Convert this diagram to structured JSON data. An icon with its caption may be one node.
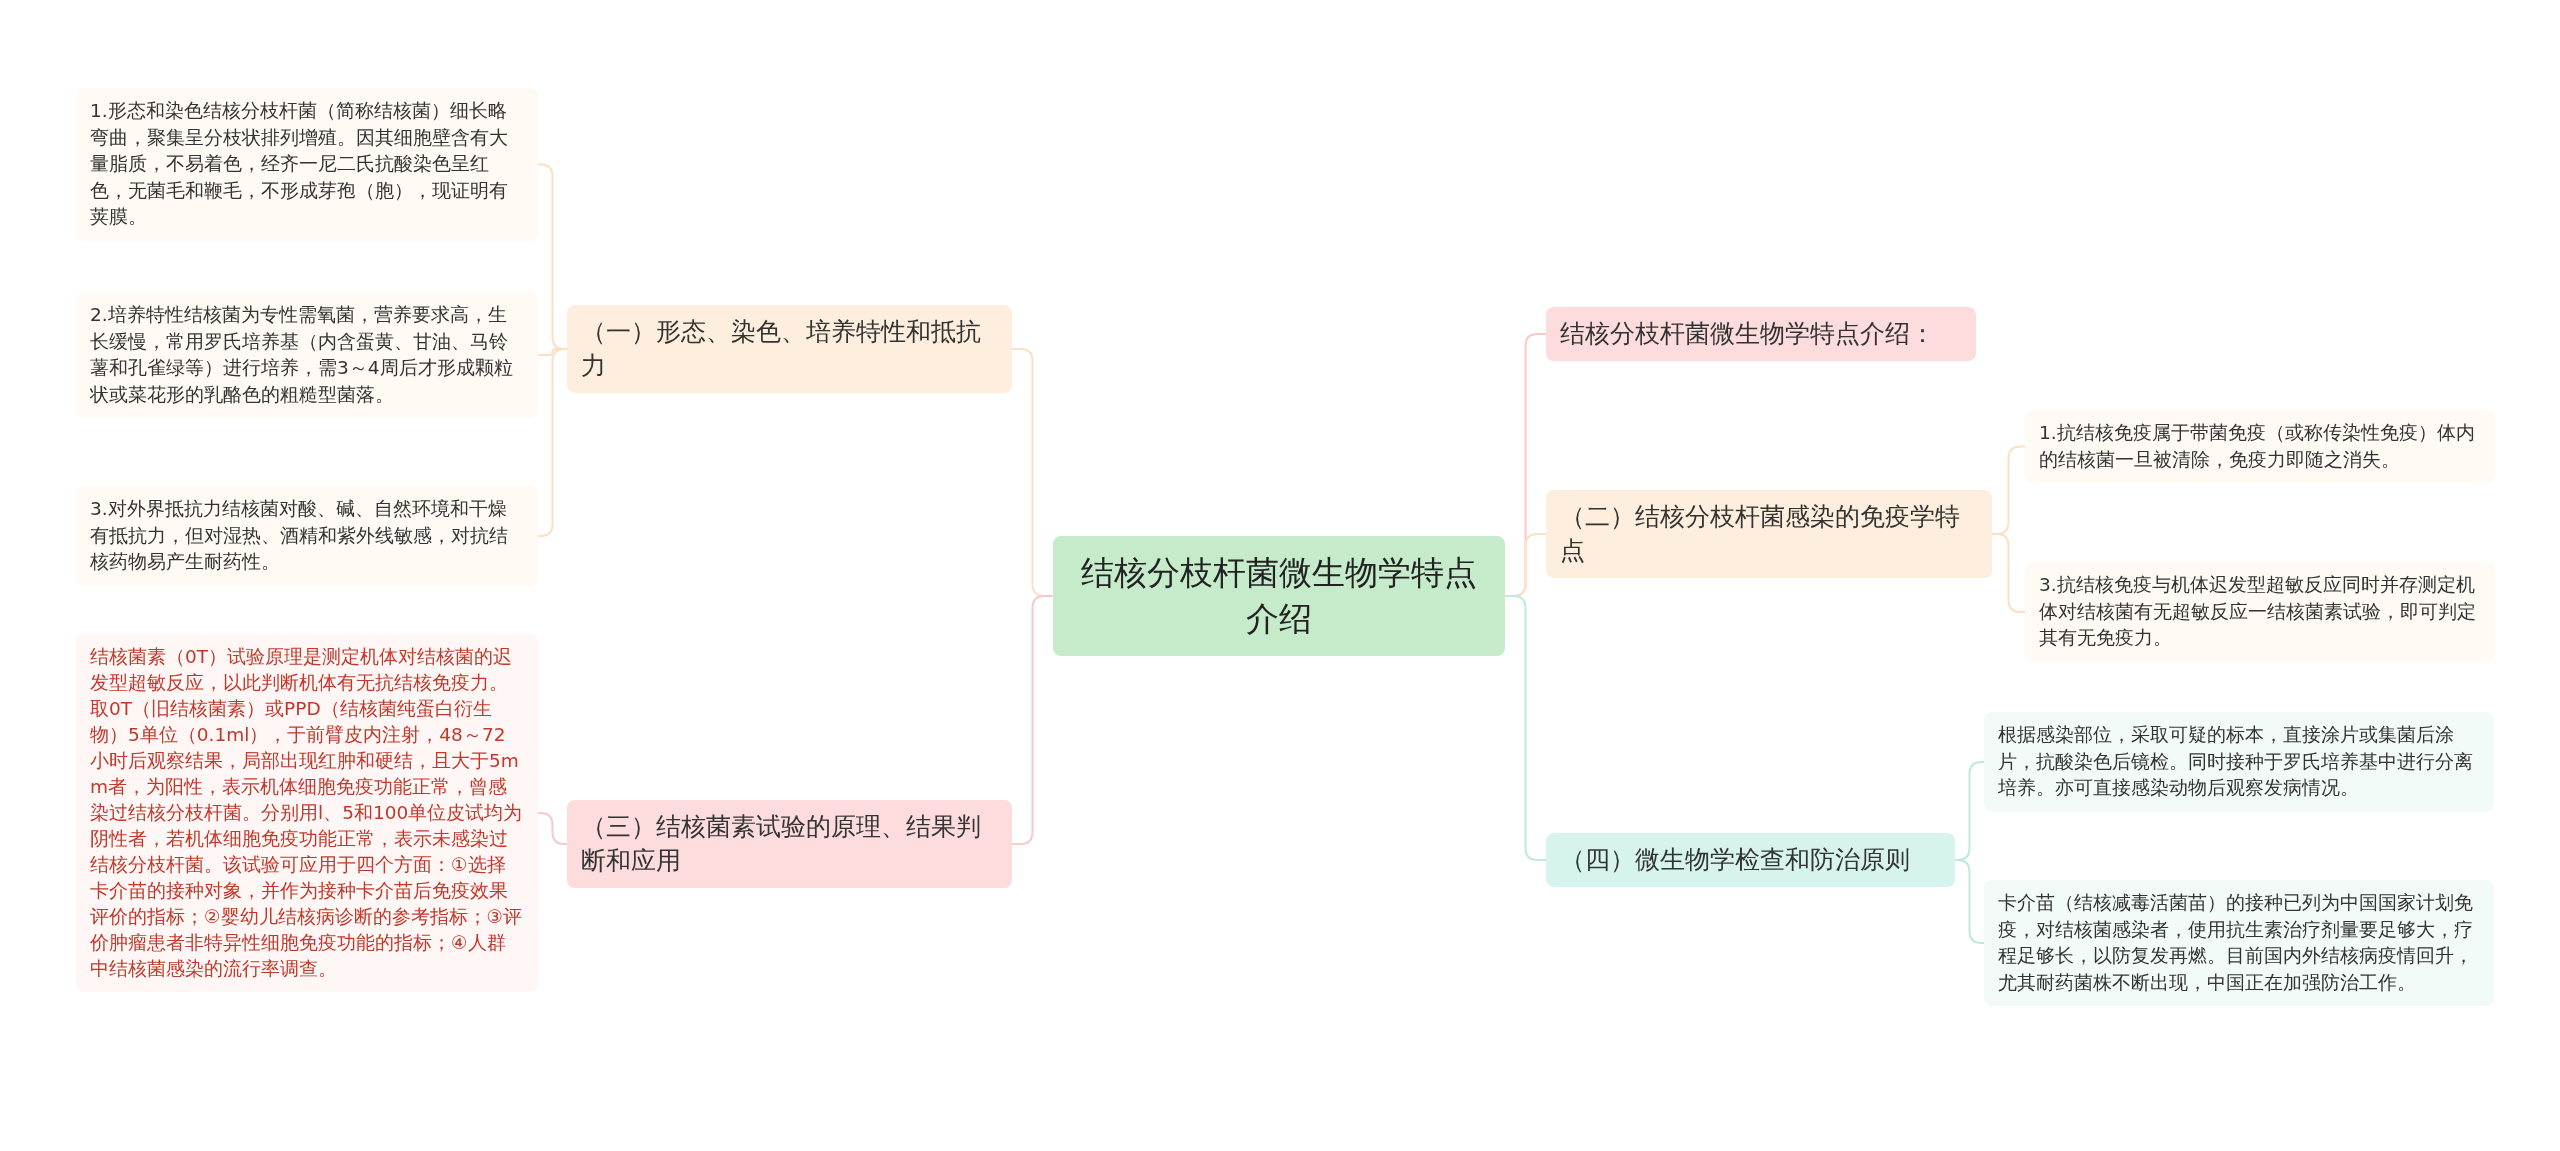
{
  "diagram": {
    "nodes": [
      {
        "text": [
          "结核分枝杆菌微生物学特点介绍"
        ]
      },
      {
        "text": [
          "（一）形态、染色、培养特性和抵抗力"
        ]
      },
      {
        "text": [
          "1.形态和染色结核分枝杆菌（简称结核菌）细长略弯曲，聚集呈分枝状排列增殖。因其细胞壁含有大量脂质，不易着色，经齐一尼二氏抗酸染色呈红色，无菌毛和鞭毛，不形成芽孢（胞），现证明有荚膜。"
        ]
      },
      {
        "text": [
          "2.培养特性结核菌为专性需氧菌，营养要求高，生长缓慢，常用罗氏培养基（内含蛋黄、甘油、马铃薯和孔雀绿等）进行培养，需3～4周后才形成颗粒状或菜花形的乳酪色的粗糙型菌落。"
        ]
      },
      {
        "text": [
          "3.对外界抵抗力结核菌对酸、碱、自然环境和干燥有抵抗力，但对湿热、酒精和紫外线敏感，对抗结核药物易产生耐药性。"
        ]
      },
      {
        "text": [
          "（三）结核菌素试验的原理、结果判断和应用"
        ]
      },
      {
        "text": [
          "结核菌素（0T）试验原理是测定机体对结核菌的迟发型超敏反应，以此判断机体有无抗结核免疫力。取0T（旧结核菌素）或PPD（结核菌纯蛋白衍生物）5单位（0.1ml），于前臂皮内注射，48～72小时后观察结果，局部出现红肿和硬结，且大于5mm者，为阳性，表示机体细胞免疫功能正常，曾感染过结核分枝杆菌。分别用l、5和100单位皮试均为阴性者，若机体细胞免疫功能正常，表示未感染过结核分枝杆菌。该试验可应用于四个方面：①选择卡介苗的接种对象，并作为接种卡介苗后免疫效果评价的指标；②婴幼儿结核病诊断的参考指标；③评价肿瘤患者非特异性细胞免疫功能的指标；④人群中结核菌感染的流行率调查。"
        ]
      },
      {
        "text": [
          "结核分枝杆菌微生物学特点介绍："
        ]
      },
      {
        "text": [
          "（二）结核分枝杆菌感染的免疫学特点"
        ]
      },
      {
        "text": [
          "1.抗结核免疫属于带菌免疫（或称传染性免疫）体内的结核菌一旦被清除，免疫力即随之消失。"
        ]
      },
      {
        "text": [
          "3.抗结核免疫与机体迟发型超敏反应同时并存测定机体对结核菌有无超敏反应一结核菌素试验，即可判定其有无免疫力。"
        ]
      },
      {
        "text": [
          "（四）微生物学检查和防治原则"
        ]
      },
      {
        "text": [
          "根据感染部位，采取可疑的标本，直接涂片或集菌后涂片，抗酸染色后镜检。同时接种于罗氏培养基中进行分离培养。亦可直接感染动物后观察发病情况。"
        ]
      },
      {
        "text": [
          "卡介苗（结核减毒活菌苗）的接种已列为中国国家计划免疫，对结核菌感染者，使用抗生素治疗剂量要足够大，疗程足够长，以防复发再燃。目前国内外结核病疫情回升，尤其耐药菌株不断出现，中国正在加强防治工作。"
        ]
      }
    ],
    "edges": [
      {
        "from": 0,
        "to": 1,
        "arrow": "none",
        "color": "#fbe0c4"
      },
      {
        "from": 1,
        "to": 2,
        "arrow": "none",
        "color": "#fbe0c4"
      },
      {
        "from": 1,
        "to": 3,
        "arrow": "none",
        "color": "#fbe0c4"
      },
      {
        "from": 1,
        "to": 4,
        "arrow": "none",
        "color": "#fbe0c4"
      },
      {
        "from": 0,
        "to": 5,
        "arrow": "none",
        "color": "#f7c9c9"
      },
      {
        "from": 5,
        "to": 6,
        "arrow": "none",
        "color": "#f7c9c9"
      },
      {
        "from": 0,
        "to": 7,
        "arrow": "none",
        "color": "#f7c9c9"
      },
      {
        "from": 0,
        "to": 8,
        "arrow": "none",
        "color": "#fbe0c4"
      },
      {
        "from": 8,
        "to": 9,
        "arrow": "none",
        "color": "#fbe0c4"
      },
      {
        "from": 8,
        "to": 10,
        "arrow": "none",
        "color": "#fbe0c4"
      },
      {
        "from": 0,
        "to": 11,
        "arrow": "none",
        "color": "#bfe8df"
      },
      {
        "from": 11,
        "to": 12,
        "arrow": "none",
        "color": "#bfe8df"
      },
      {
        "from": 11,
        "to": 13,
        "arrow": "none",
        "color": "#bfe8df"
      }
    ]
  }
}
